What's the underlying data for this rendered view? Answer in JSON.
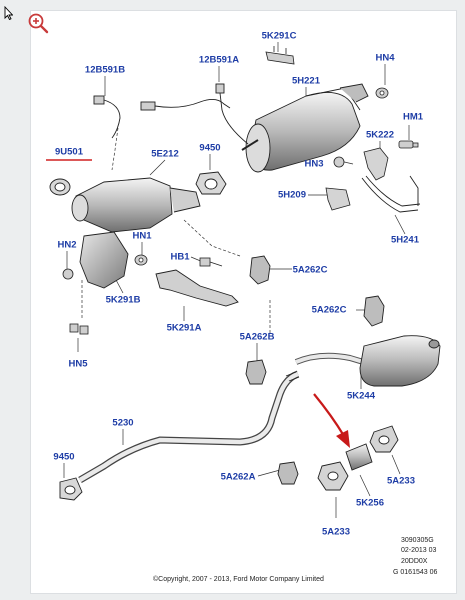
{
  "toolbar": {
    "zoom_icon": "zoom-in-icon"
  },
  "colors": {
    "label": "#1e3da6",
    "highlight_line": "#d02020",
    "arrow": "#c81a1a"
  },
  "parts": {
    "p_5K291C": "5K291C",
    "p_HN4": "HN4",
    "p_12B591B": "12B591B",
    "p_12B591A": "12B591A",
    "p_5H221": "5H221",
    "p_HM1": "HM1",
    "p_9U501": "9U501",
    "p_5E212": "5E212",
    "p_9450a": "9450",
    "p_5K222": "5K222",
    "p_HN3": "HN3",
    "p_5H209": "5H209",
    "p_5H241": "5H241",
    "p_HN2": "HN2",
    "p_HN1": "HN1",
    "p_HB1": "HB1",
    "p_5A262Ca": "5A262C",
    "p_5K291B": "5K291B",
    "p_5A262Cb": "5A262C",
    "p_5K291A": "5K291A",
    "p_HN5": "HN5",
    "p_5A262B": "5A262B",
    "p_5K244": "5K244",
    "p_5230": "5230",
    "p_9450b": "9450",
    "p_5A262A": "5A262A",
    "p_5A233a": "5A233",
    "p_5K256": "5K256",
    "p_5A233b": "5A233"
  },
  "footer": {
    "ref1": "3090305G",
    "ref2": "02-2013 03",
    "ref3": "20DD0X",
    "ref4": "G 0161543 06",
    "copyright": "©Copyright, 2007 - 2013, Ford Motor Company Limited"
  }
}
